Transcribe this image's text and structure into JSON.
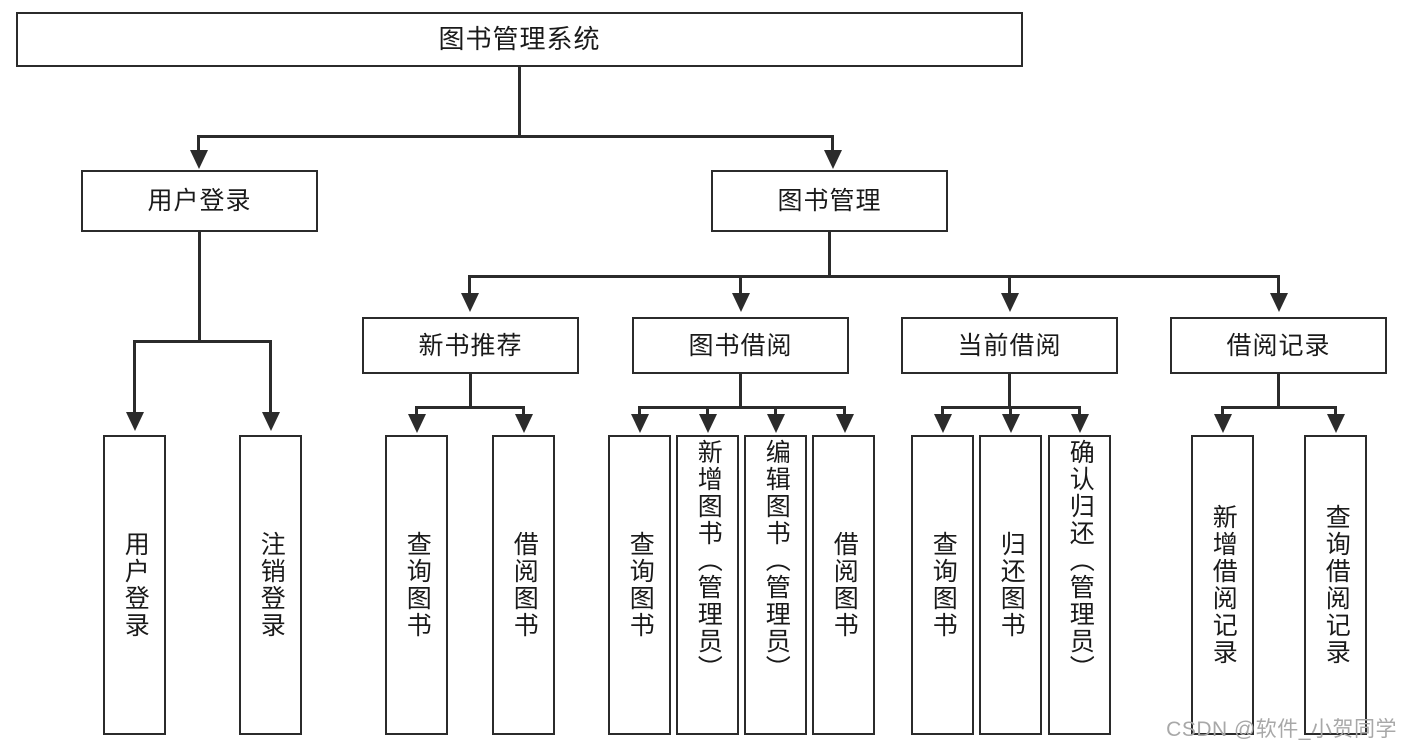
{
  "diagram": {
    "title": "图书管理系统",
    "type": "hierarchy-tree",
    "root": {
      "label": "图书管理系统"
    },
    "level2": [
      {
        "label": "用户登录"
      },
      {
        "label": "图书管理"
      }
    ],
    "level3": [
      {
        "label": "新书推荐"
      },
      {
        "label": "图书借阅"
      },
      {
        "label": "当前借阅"
      },
      {
        "label": "借阅记录"
      }
    ],
    "leaves": {
      "user_login": [
        {
          "label": "用户登录"
        },
        {
          "label": "注销登录"
        }
      ],
      "new_book_recommend": [
        {
          "label": "查询图书"
        },
        {
          "label": "借阅图书"
        }
      ],
      "book_borrow": [
        {
          "label": "查询图书"
        },
        {
          "label": "新增图书（管理员）"
        },
        {
          "label": "编辑图书（管理员）"
        },
        {
          "label": "借阅图书"
        }
      ],
      "current_borrow": [
        {
          "label": "查询图书"
        },
        {
          "label": "归还图书"
        },
        {
          "label": "确认归还（管理员）"
        }
      ],
      "borrow_record": [
        {
          "label": "新增借阅记录"
        },
        {
          "label": "查询借阅记录"
        }
      ]
    }
  },
  "watermark": {
    "text": "CSDN @软件_小贺同学"
  },
  "colors": {
    "stroke": "#2b2b2b",
    "background": "#ffffff",
    "text": "#1a1a1a",
    "watermark": "#a8a8a8"
  }
}
